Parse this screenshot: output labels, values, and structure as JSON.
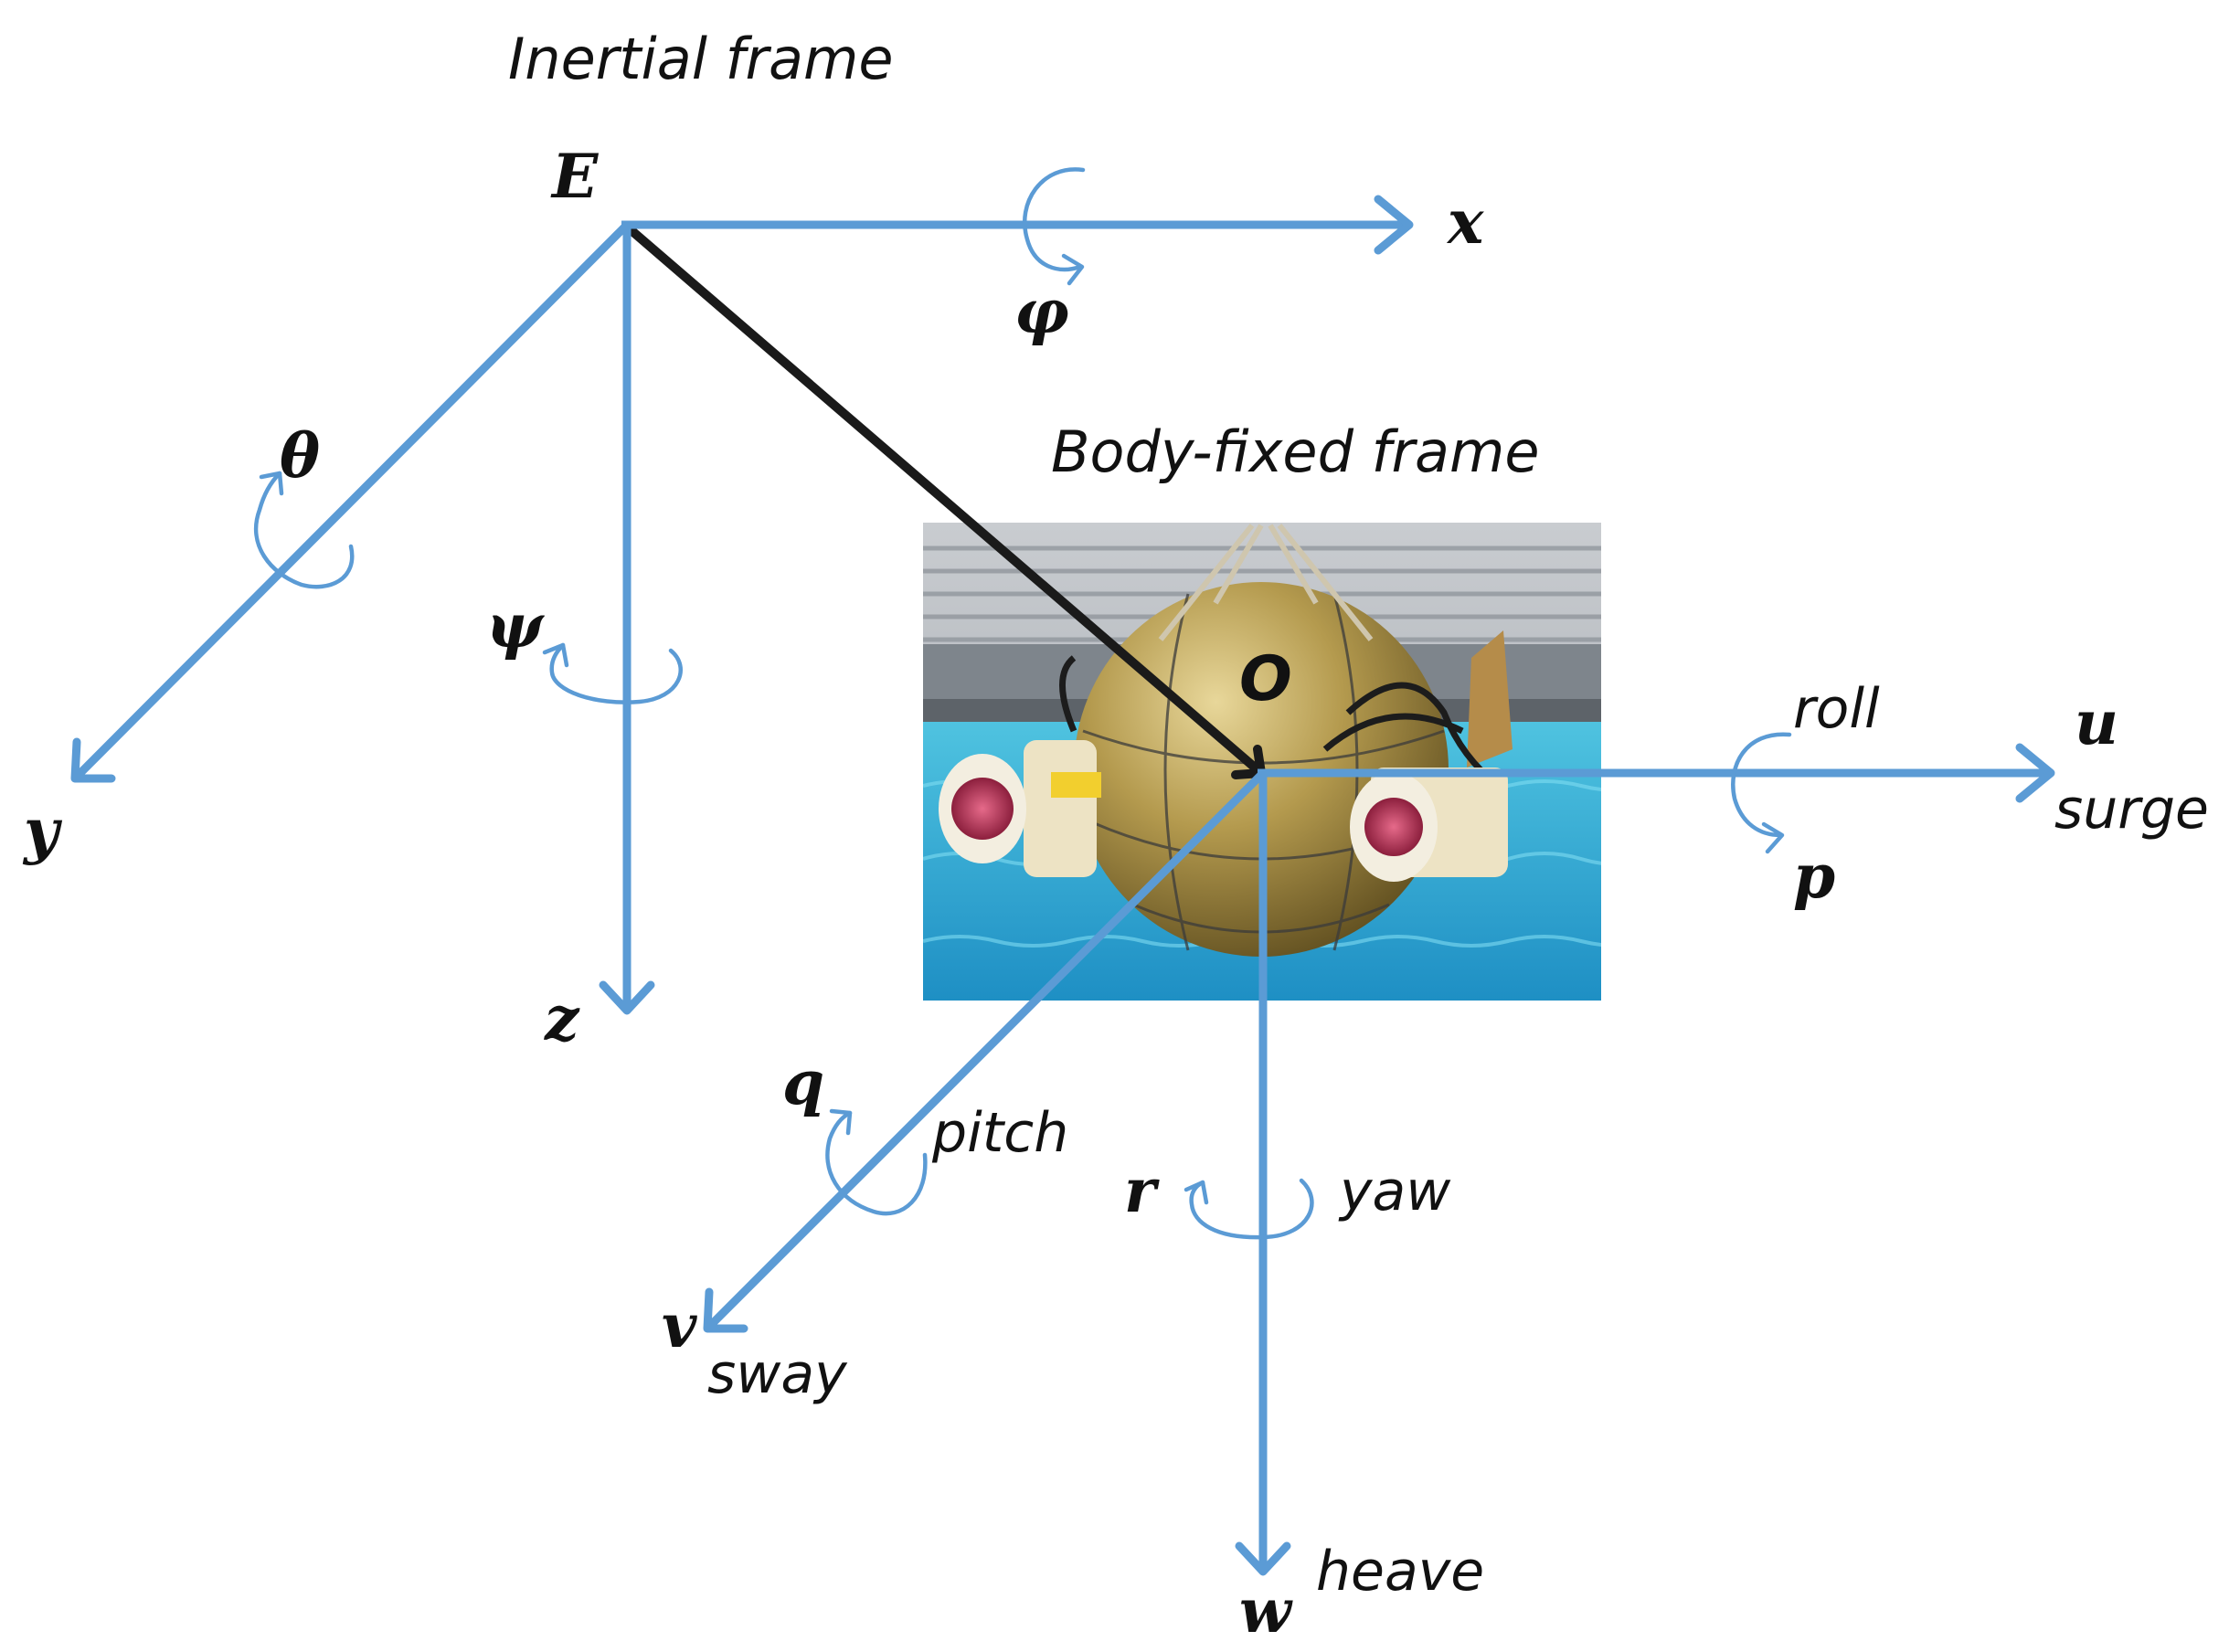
{
  "frames": {
    "inertial_title": "Inertial frame",
    "body_title": "Body-fixed frame"
  },
  "origins": {
    "inertial": "E",
    "body": "O"
  },
  "inertial_axes": {
    "x": "x",
    "y": "y",
    "z": "z"
  },
  "euler_angles": {
    "phi": "φ",
    "theta": "θ",
    "psi": "ψ"
  },
  "body_axes": {
    "surge_symbol": "u",
    "surge_label": "surge",
    "sway_symbol": "v",
    "sway_label": "sway",
    "heave_symbol": "w",
    "heave_label": "heave"
  },
  "body_rates": {
    "roll_symbol": "p",
    "roll_label": "roll",
    "pitch_symbol": "q",
    "pitch_label": "pitch",
    "yaw_symbol": "r",
    "yaw_label": "yaw"
  },
  "colors": {
    "axis": "#5b9bd5",
    "position_vector": "#1a1a1a",
    "text": "#111111"
  },
  "photo": {
    "subject": "spherical-underwater-vehicle-photo"
  }
}
